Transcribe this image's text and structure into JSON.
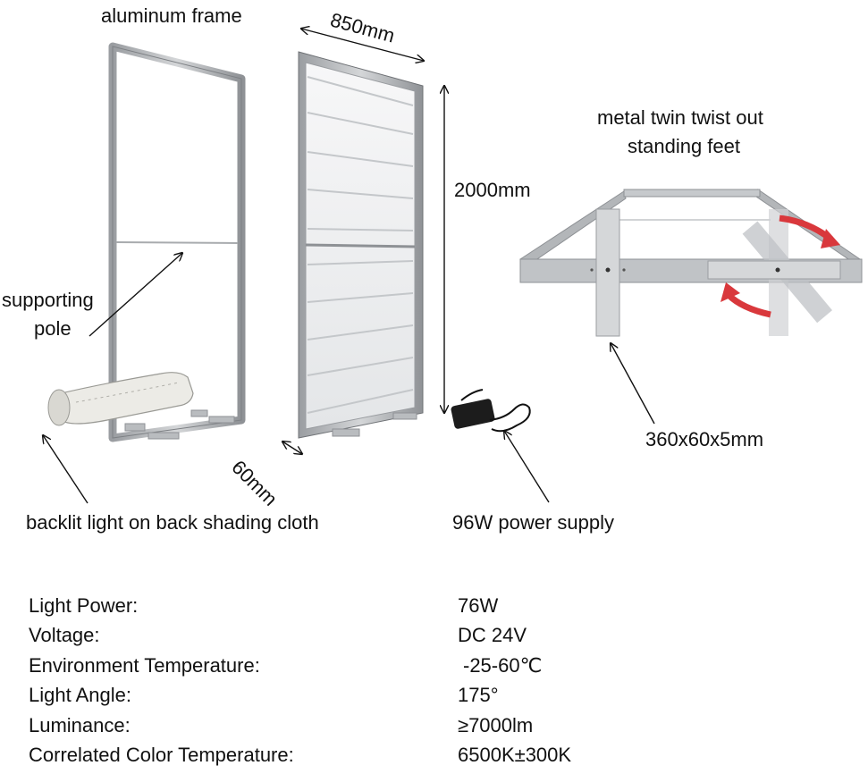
{
  "labels": {
    "aluminum_frame": "aluminum frame",
    "width": "850mm",
    "height": "2000mm",
    "feet_line1": "metal twin twist out",
    "feet_line2": "standing feet",
    "supporting_pole_line1": "supporting",
    "supporting_pole_line2": "pole",
    "depth": "60mm",
    "feet_size": "360x60x5mm",
    "backlit": "backlit light on back shading cloth",
    "power_supply": "96W power supply"
  },
  "specs": [
    {
      "name": "Light Power:",
      "value": "76W"
    },
    {
      "name": "Voltage:",
      "value": "DC 24V"
    },
    {
      "name": "Environment Temperature:",
      "value": "-25-60℃"
    },
    {
      "name": "Light Angle:",
      "value": "175°"
    },
    {
      "name": "Luminance:",
      "value": "≥7000lm"
    },
    {
      "name": "Correlated Color Temperature:",
      "value": "6500K±300K"
    }
  ],
  "colors": {
    "frame": "#b9bcbf",
    "frame_dark": "#8e9195",
    "panel": "#f1f2f3",
    "arrow": "#111111",
    "rotate_arrow": "#d9383c"
  }
}
